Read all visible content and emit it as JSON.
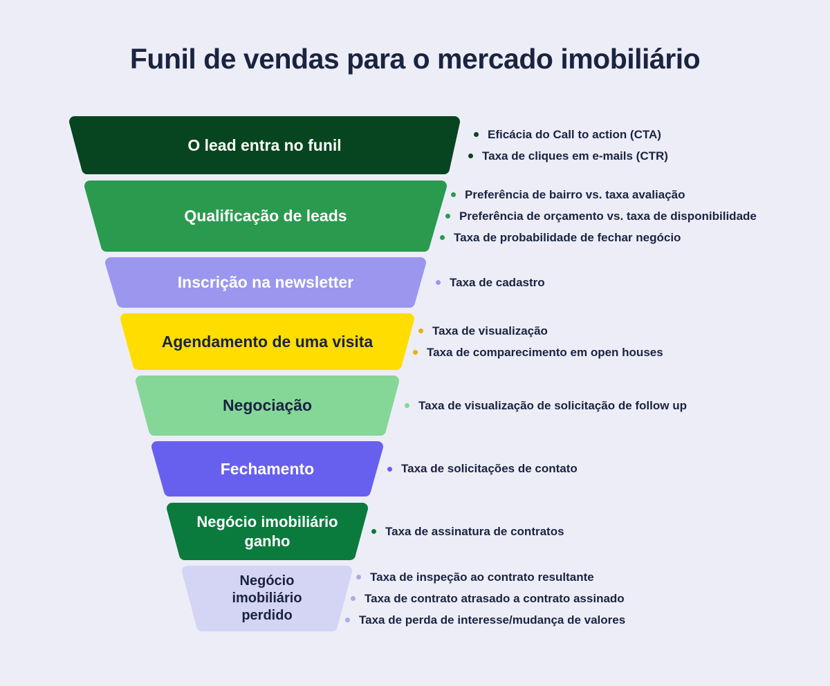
{
  "title": "Funil de vendas para o mercado imobiliário",
  "colors": {
    "background": "#EDEDF8",
    "title_text": "#1A2440",
    "bullet_text": "#1A2340"
  },
  "stages": [
    {
      "label": "O lead entra no funil",
      "color": "#06451F",
      "text_color": "#FFFFFF",
      "bullet_color": "#06451F",
      "bullets": [
        "Eficácia do Call to action (CTA)",
        "Taxa de cliques em e-mails (CTR)"
      ]
    },
    {
      "label": "Qualificação de leads",
      "color": "#2A9A4E",
      "text_color": "#FFFFFF",
      "bullet_color": "#2A9A4E",
      "bullets": [
        "Preferência de bairro vs. taxa avaliação",
        "Preferência de orçamento vs. taxa de disponibilidade",
        "Taxa de probabilidade de fechar negócio"
      ]
    },
    {
      "label": "Inscrição na newsletter",
      "color": "#9B97EE",
      "text_color": "#FFFFFF",
      "bullet_color": "#9B97EE",
      "bullets": [
        "Taxa de cadastro"
      ]
    },
    {
      "label": "Agendamento de uma visita",
      "color": "#FFDD00",
      "text_color": "#1A2340",
      "bullet_color": "#E3B30E",
      "bullets": [
        "Taxa de visualização",
        "Taxa de comparecimento em open houses"
      ]
    },
    {
      "label": "Negociação",
      "color": "#84D797",
      "text_color": "#1A2340",
      "bullet_color": "#84D797",
      "bullets": [
        "Taxa de visualização de solicitação de follow up"
      ]
    },
    {
      "label": "Fechamento",
      "color": "#6760EE",
      "text_color": "#FFFFFF",
      "bullet_color": "#6760EE",
      "bullets": [
        "Taxa de solicitações de contato"
      ]
    },
    {
      "label": "Negócio imobiliário ganho",
      "color": "#0A7B3C",
      "text_color": "#FFFFFF",
      "bullet_color": "#0A7B3C",
      "bullets": [
        "Taxa de assinatura de contratos"
      ]
    },
    {
      "label": "Negócio imobiliário perdido",
      "color": "#D4D4F4",
      "text_color": "#1A2340",
      "bullet_color": "#ACAAE9",
      "bullets": [
        "Taxa de inspeção ao contrato resultante",
        "Taxa de contrato atrasado a contrato assinado",
        "Taxa de perda de interesse/mudança de valores"
      ]
    }
  ]
}
